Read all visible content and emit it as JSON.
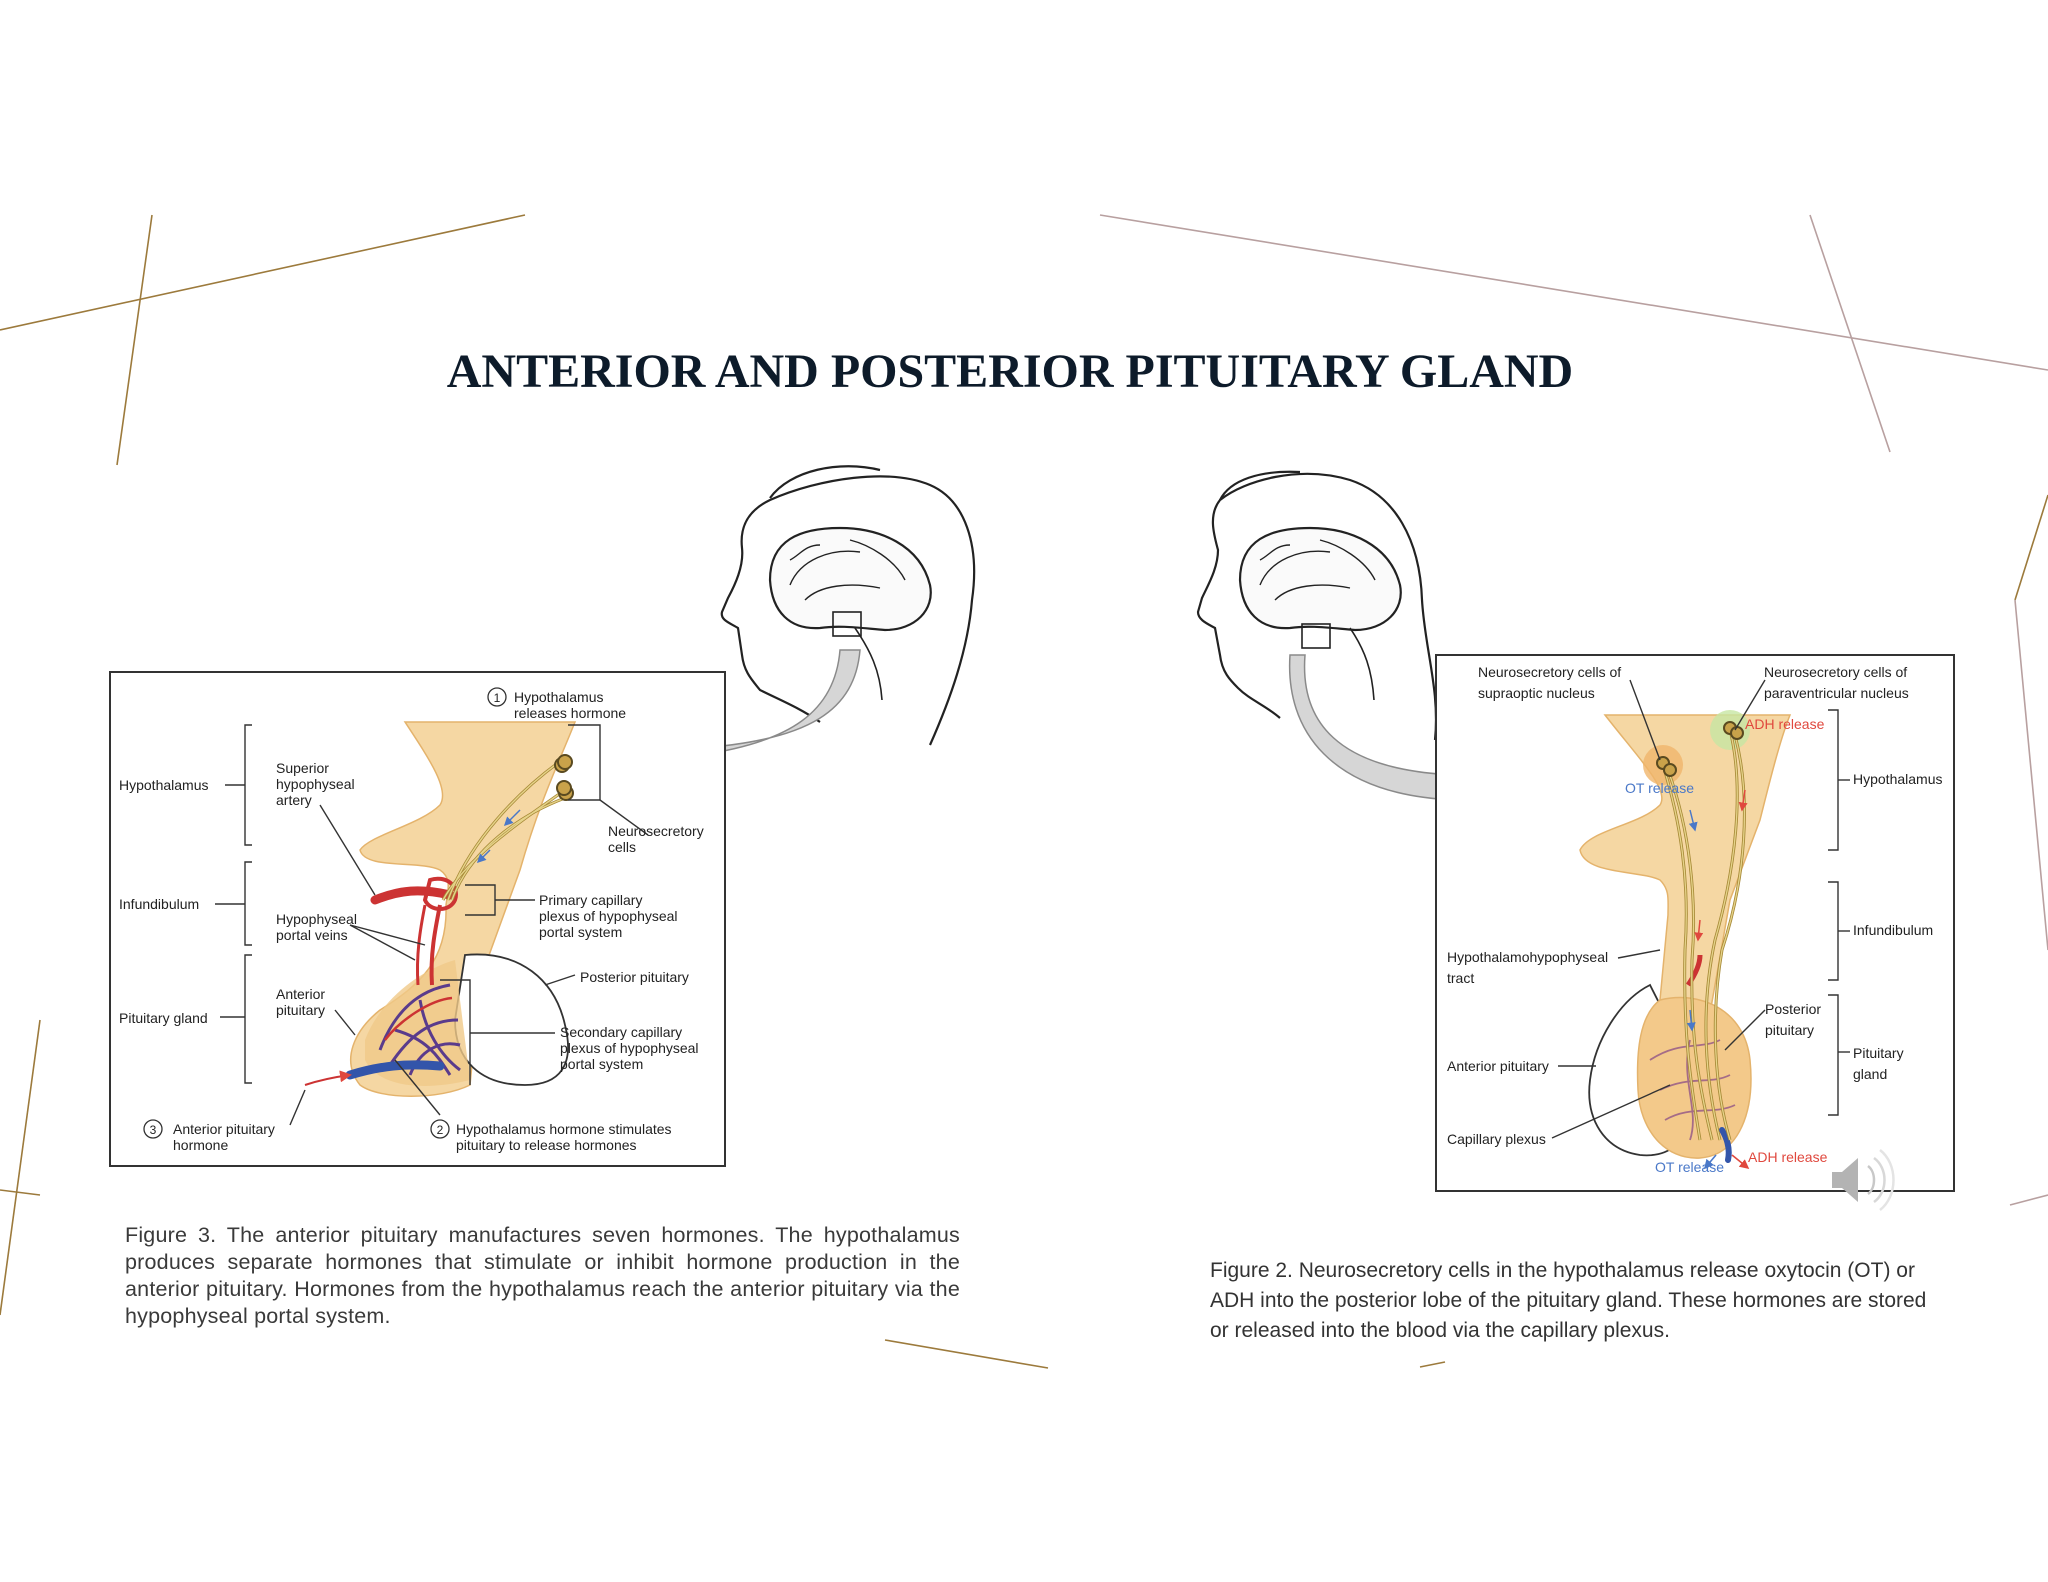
{
  "slide": {
    "title": "ANTERIOR AND POSTERIOR PITUITARY GLAND"
  },
  "left_figure": {
    "labels": {
      "step1": "1",
      "step1_l1": "Hypothalamus",
      "step1_l2": "releases hormone",
      "hypothalamus": "Hypothalamus",
      "infundibulum": "Infundibulum",
      "pituitary_gland": "Pituitary gland",
      "sup_l1": "Superior",
      "sup_l2": "hypophyseal",
      "sup_l3": "artery",
      "neuro_l1": "Neurosecretory",
      "neuro_l2": "cells",
      "portal_l1": "Hypophyseal",
      "portal_l2": "portal veins",
      "primary_l1": "Primary capillary",
      "primary_l2": "plexus of hypophyseal",
      "primary_l3": "portal system",
      "posterior": "Posterior pituitary",
      "anterior_l1": "Anterior",
      "anterior_l2": "pituitary",
      "secondary_l1": "Secondary capillary",
      "secondary_l2": "plexus of hypophyseal",
      "secondary_l3": "portal system",
      "step3": "3",
      "step3_l1": "Anterior pituitary",
      "step3_l2": "hormone",
      "step2": "2",
      "step2_l1": "Hypothalamus hormone stimulates",
      "step2_l2": "pituitary to release hormones"
    },
    "caption": "Figure 3. The anterior pituitary manufactures seven hormones. The hypothalamus produces separate hormones that stimulate or inhibit hormone production in the anterior pituitary. Hormones from the hypothalamus reach the anterior pituitary via the hypophyseal portal system."
  },
  "right_figure": {
    "labels": {
      "supraoptic_l1": "Neurosecretory cells of",
      "supraoptic_l2": "supraoptic nucleus",
      "paraventricular_l1": "Neurosecretory cells of",
      "paraventricular_l2": "paraventricular nucleus",
      "adh_release_top": "ADH release",
      "ot_release_top": "OT release",
      "hypothalamus": "Hypothalamus",
      "infundibulum": "Infundibulum",
      "tract_l1": "Hypothalamohypophyseal",
      "tract_l2": "tract",
      "posterior_l1": "Posterior",
      "posterior_l2": "pituitary",
      "pituitary_l1": "Pituitary",
      "pituitary_l2": "gland",
      "anterior": "Anterior pituitary",
      "capillary": "Capillary plexus",
      "adh_release_bottom": "ADH release",
      "ot_release_bottom": "OT release"
    },
    "caption": "Figure 2. Neurosecretory cells in the hypothalamus release oxytocin (OT) or ADH into the posterior lobe of the pituitary gland. These hormones are stored or released into the blood via the capillary plexus."
  },
  "colors": {
    "title": "#0d1b2a",
    "accent_line": "#9c7a3c",
    "neuron": "#c9a24a",
    "artery": "#cc3333",
    "vein": "#3355aa",
    "tissue": "#f3cf94",
    "adh": "#e0483e",
    "ot": "#4a78c8"
  },
  "icons": [
    "speaker-icon"
  ]
}
